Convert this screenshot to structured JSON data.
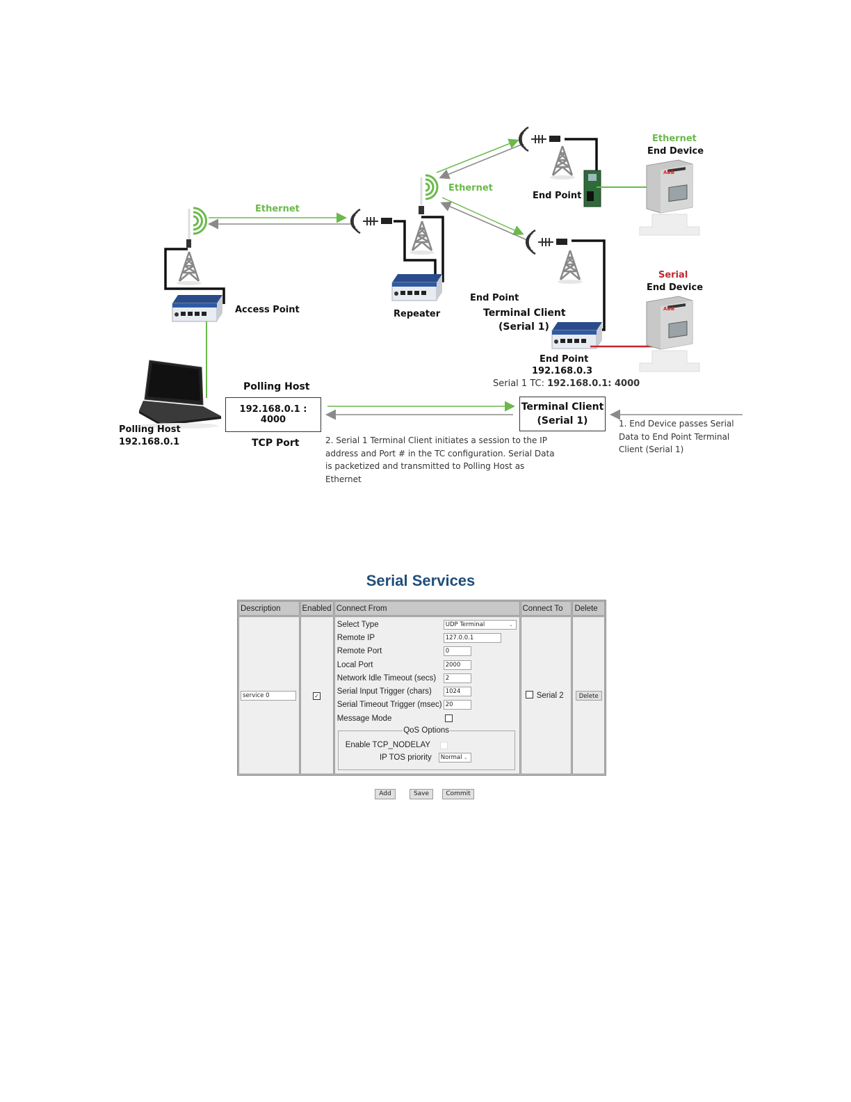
{
  "diagram": {
    "labels": {
      "ethernet_left": "Ethernet",
      "ethernet_repeater": "Ethernet",
      "access_point": "Access Point",
      "repeater": "Repeater",
      "end_point_top": "End Point",
      "ethernet_device_type": "Ethernet",
      "ethernet_device_name": "End Device",
      "serial_device_type": "Serial",
      "serial_device_name": "End Device",
      "end_point_mid": "End Point",
      "terminal_client": "Terminal Client",
      "terminal_client_serial": "(Serial 1)",
      "end_point_bottom": "End Point",
      "end_point_ip": "192.168.0.3",
      "serial_tc_prefix": "Serial 1 TC: ",
      "serial_tc_value": "192.168.0.1: 4000",
      "polling_host_title": "Polling Host",
      "polling_host_box": "192.168.0.1 : 4000",
      "tcp_port": "TCP Port",
      "laptop_name": "Polling Host",
      "laptop_ip": "192.168.0.1",
      "tc_box_line1": "Terminal Client",
      "tc_box_line2": "(Serial 1)"
    },
    "notes": {
      "step1": "1. End Device passes Serial Data to End Point Terminal Client (Serial 1)",
      "step2": "2. Serial 1 Terminal Client initiates a session to the IP address and Port # in the TC configuration.  Serial Data is packetized and transmitted to Polling Host as Ethernet"
    },
    "colors": {
      "ethernet": "#6ab94a",
      "serial": "#c0272d",
      "return_arrow": "#8a8a8a"
    }
  },
  "form": {
    "title": "Serial Services",
    "headers": [
      "Description",
      "Enabled",
      "Connect From",
      "Connect To",
      "Delete"
    ],
    "description_value": "service 0",
    "enabled_checked": true,
    "enabled_mark": "✓",
    "fields": [
      {
        "label": "Select Type",
        "value": "UDP Terminal",
        "kind": "select"
      },
      {
        "label": "Remote IP",
        "value": "127.0.0.1",
        "kind": "text"
      },
      {
        "label": "Remote Port",
        "value": "0",
        "kind": "text"
      },
      {
        "label": "Local Port",
        "value": "2000",
        "kind": "text"
      },
      {
        "label": "Network Idle Timeout (secs)",
        "value": "2",
        "kind": "text"
      },
      {
        "label": "Serial Input Trigger (chars)",
        "value": "1024",
        "kind": "text"
      },
      {
        "label": "Serial Timeout Trigger (msec)",
        "value": "20",
        "kind": "text"
      },
      {
        "label": "Message Mode",
        "value": "",
        "kind": "checkbox"
      }
    ],
    "qos": {
      "legend": "QoS Options",
      "tcp_nodelay_label": "Enable TCP_NODELAY",
      "tos_label": "IP TOS priority",
      "tos_value": "Normal"
    },
    "connect_to_label": "Serial 2",
    "delete_label": "Delete",
    "buttons": {
      "add": "Add",
      "save": "Save",
      "commit": "Commit"
    }
  }
}
